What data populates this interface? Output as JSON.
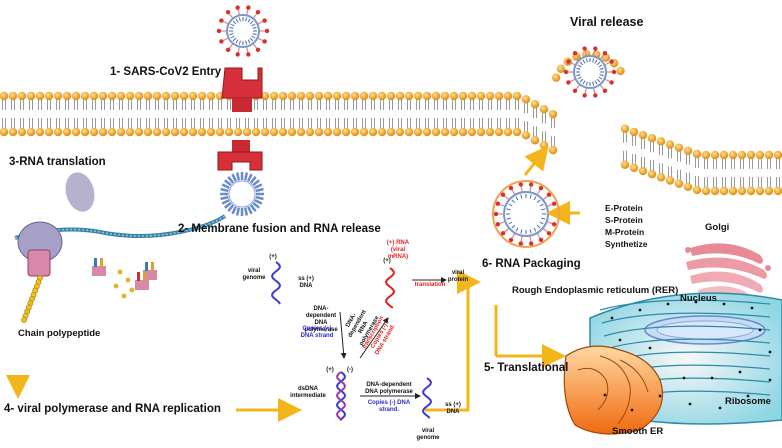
{
  "labels": {
    "entry": "1- SARS-CoV2 Entry",
    "viral_release": "Viral release",
    "rna_translation": "3-RNA translation",
    "fusion": "2- Membrane fusion and RNA release",
    "chain": "Chain  polypeptide",
    "replication": "4-  viral polymerase and RNA replication",
    "packaging": "6- RNA Packaging",
    "translational": "5- Translational",
    "rer": "Rough Endoplasmic reticulum (RER)",
    "nucleus": "Nucleus",
    "golgi": "Golgi",
    "ribosome": "Ribosome",
    "smooth_er": "Smooth ER"
  },
  "proteins": [
    "E-Protein",
    "S-Protein",
    "M-Protein",
    "Synthetize"
  ],
  "replication_diagram": {
    "viral_genome_top": "viral genome",
    "ss_plus_dna_top": "ss (+) DNA",
    "ddp_top": "DNA-dependent DNA polymerase",
    "copies_plus": "Copies (+) DNA strand",
    "plus_mark_1": "(+)",
    "plus_mark_2": "(+)",
    "minus_mark": "(-)",
    "plus_mark_3": "(+)",
    "rna_label": "(+) RNA (viral mRNA)",
    "translation": "translation",
    "viral_protein": "viral protein",
    "rdp": "DNA-dependent RNA polymerase",
    "transcription": "transcription Copies (-) DNA strand.",
    "dsdna": "dsDNA intermediate",
    "ddp_bottom": "DNA-dependent DNA polymerase",
    "copies_minus": "Copies (-) DNA strand.",
    "ss_plus_dna_bottom": "ss (+) DNA",
    "viral_genome_bottom": "viral genome"
  },
  "colors": {
    "lipid_head": "#f0a52a",
    "lipid_tail": "#9a9a9a",
    "receptor": "#d8303a",
    "arrow": "#f2b51a",
    "spike": "#d8302a",
    "er_blue": "#4ab6cf",
    "orange_fill": "#f08a1c",
    "plus_strand": "#3a3ad8",
    "rna_red": "#e02020"
  }
}
